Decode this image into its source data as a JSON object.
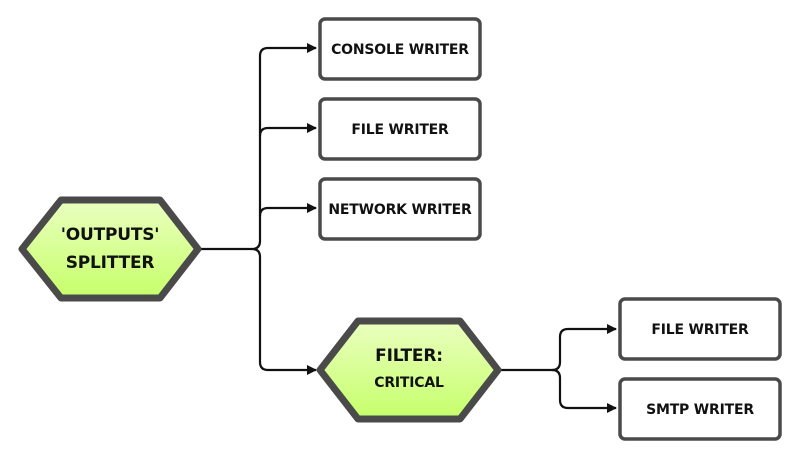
{
  "colors": {
    "node_fill": "#c6ff6a",
    "node_fill_highlight": "#eaffc0",
    "border": "#4a4a4a",
    "connector": "#111111"
  },
  "nodes": {
    "splitter": {
      "line1": "'OUTPUTS'",
      "line2": "SPLITTER"
    },
    "console_writer": {
      "label": "CONSOLE WRITER"
    },
    "file_writer_1": {
      "label": "FILE WRITER"
    },
    "network_writer": {
      "label": "NETWORK WRITER"
    },
    "filter": {
      "line1": "FILTER:",
      "line2": "CRITICAL"
    },
    "file_writer_2": {
      "label": "FILE WRITER"
    },
    "smtp_writer": {
      "label": "SMTP WRITER"
    }
  }
}
